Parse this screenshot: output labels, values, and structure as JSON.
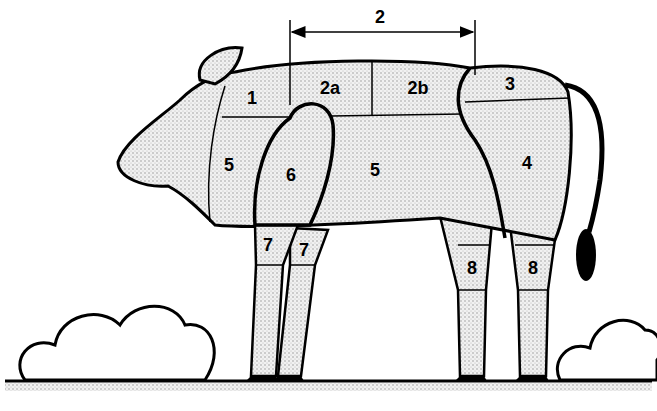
{
  "diagram": {
    "labels": [
      "2",
      "1",
      "2a",
      "2b",
      "3",
      "5",
      "6",
      "5",
      "4",
      "7",
      "7",
      "8",
      "8"
    ]
  }
}
